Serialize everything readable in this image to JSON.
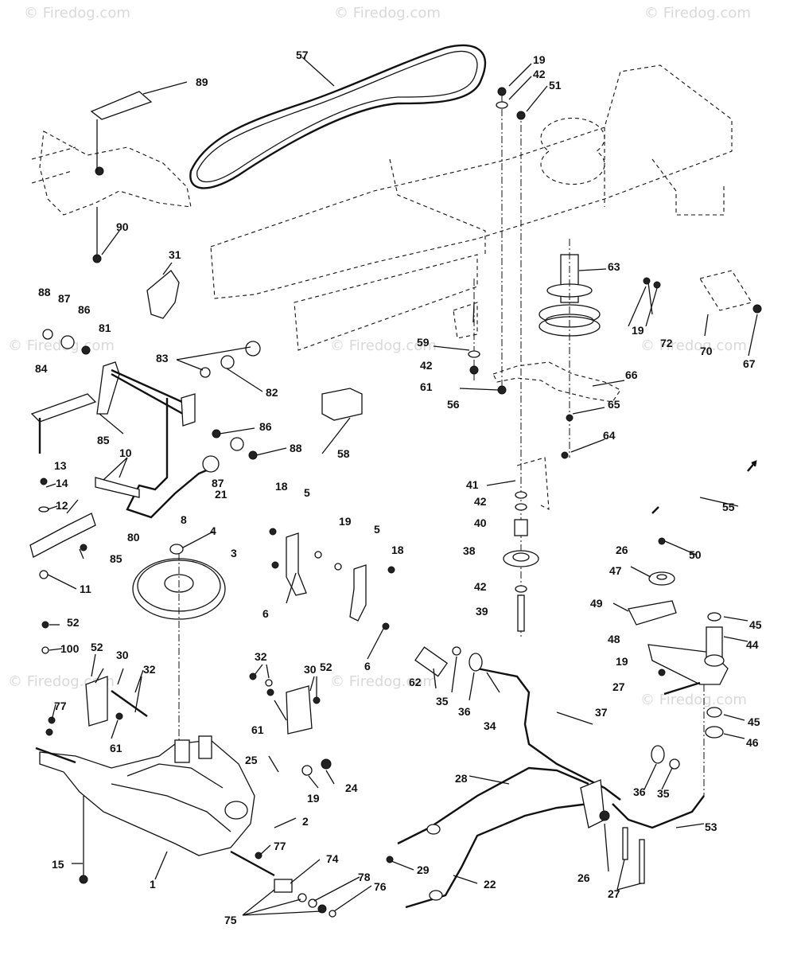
{
  "watermark": "© Firedog.com",
  "callouts": [
    "89",
    "57",
    "19",
    "42",
    "51",
    "90",
    "31",
    "88",
    "87",
    "86",
    "81",
    "84",
    "83",
    "82",
    "86",
    "85",
    "88",
    "87",
    "21",
    "8",
    "10",
    "13",
    "14",
    "12",
    "80",
    "85",
    "11",
    "4",
    "3",
    "18",
    "5",
    "19",
    "5",
    "18",
    "6",
    "6",
    "63",
    "19",
    "72",
    "70",
    "67",
    "59",
    "42",
    "61",
    "56",
    "66",
    "65",
    "64",
    "58",
    "41",
    "42",
    "40",
    "38",
    "42",
    "39",
    "55",
    "26",
    "50",
    "47",
    "49",
    "45",
    "44",
    "48",
    "19",
    "27",
    "45",
    "46",
    "52",
    "100",
    "52",
    "30",
    "32",
    "77",
    "61",
    "32",
    "30",
    "52",
    "61",
    "25",
    "19",
    "24",
    "62",
    "35",
    "36",
    "34",
    "37",
    "28",
    "2",
    "77",
    "74",
    "78",
    "76",
    "75",
    "1",
    "15",
    "29",
    "22",
    "36",
    "35",
    "26",
    "27",
    "53"
  ]
}
